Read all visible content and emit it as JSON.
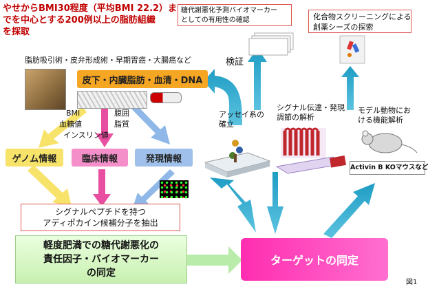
{
  "intro": {
    "line1": "やせからBMI30程度（平均BMI 22.2）ま",
    "line2": "でを中心とする200例以上の脂肪組織",
    "line3": "を採取"
  },
  "disease_list": "脂肪吸引術・皮弁形成術・早期胃癌・大腸癌など",
  "sample_box": "皮下・内臓脂肪・血清・DNA",
  "kenshou": "検証",
  "biomarker_box": {
    "line1": "糖代謝悪化予測バイオマーカー",
    "line2": "としての有用性の確認"
  },
  "screening_box": {
    "line1": "化合物スクリーニングによる",
    "line2": "創薬シーズの探索"
  },
  "clinical_labels": {
    "bmi": "BMI",
    "glucose": "血糖値",
    "insulin": "インスリン値",
    "waist": "腹囲",
    "lipid": "脂質"
  },
  "assay": {
    "line1": "アッセイ系の",
    "line2": "確立"
  },
  "signal": {
    "line1": "シグナル伝達・発現",
    "line2": "調節の解析"
  },
  "model": {
    "line1": "モデル動物にお",
    "line2": "ける機能解析"
  },
  "activin": "Activin B KOマウスなど",
  "genome_box": "ゲノム情報",
  "clinical_box": "臨床情報",
  "expression_box": "発現情報",
  "signal_peptide_box": {
    "line1": "シグナルペプチドを持つ",
    "line2": "アディポカイン候補分子を抽出"
  },
  "bottom_green": {
    "line1": "軽度肥満での糖代謝悪化の",
    "line2": "責任因子・バイオマーカー",
    "line3": "の同定"
  },
  "target_box": "ターゲットの同定",
  "figure_label": "図1",
  "colors": {
    "red_text": "#c00000",
    "orange": "#f5a623",
    "yellow": "#f8e36a",
    "pink": "#e84fa0",
    "blue": "#4a90d9",
    "teal_arrow": "#2aa7c9",
    "green": "#d6f5c4"
  }
}
